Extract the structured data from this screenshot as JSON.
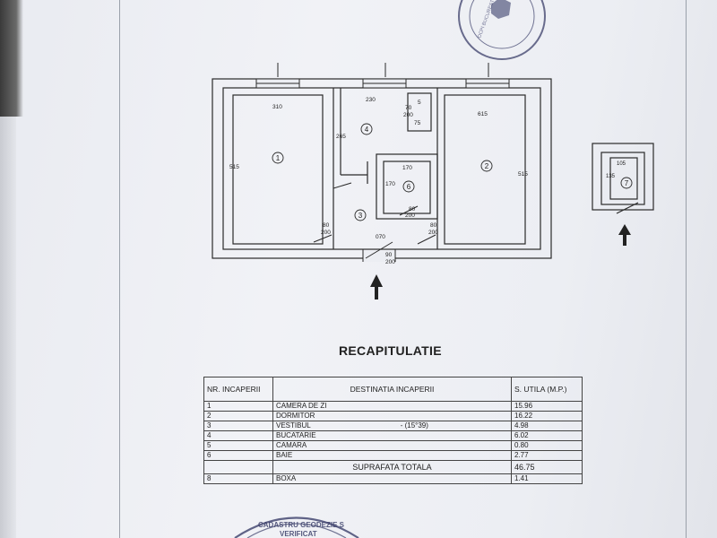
{
  "plan": {
    "dimensions": {
      "top_left": "310",
      "top_mid": "230",
      "top_right": "615",
      "left_height": "515",
      "right_height": "515",
      "room4_side": "265",
      "room6_width": "170",
      "room6_height": "170",
      "wc_1": "5",
      "wc_2": "75",
      "door_1": "80",
      "door_1b": "200",
      "door_2": "80",
      "door_2b": "200",
      "door_3": "80",
      "door_3b": "200",
      "door_4": "70",
      "door_4b": "200",
      "entry_1": "90",
      "entry_2": "200",
      "bottom_mid": "070",
      "box_width": "105",
      "box_height": "135"
    },
    "room_numbers": [
      "1",
      "2",
      "3",
      "4",
      "6",
      "7"
    ]
  },
  "recap": {
    "title": "RECAPITULATIE",
    "headers": [
      "NR. INCAPERII",
      "DESTINATIA INCAPERII",
      "S. UTILA  (M.P.)"
    ],
    "rows": [
      {
        "nr": "1",
        "dest": "CAMERA DE ZI",
        "note": "",
        "area": "15.96"
      },
      {
        "nr": "2",
        "dest": "DORMITOR",
        "note": "",
        "area": "16.22"
      },
      {
        "nr": "3",
        "dest": "VESTIBUL",
        "note": "- (15°39)",
        "area": "4.98"
      },
      {
        "nr": "4",
        "dest": "BUCATARIE",
        "note": "",
        "area": "6.02"
      },
      {
        "nr": "5",
        "dest": "CAMARA",
        "note": "",
        "area": "0.80"
      },
      {
        "nr": "6",
        "dest": "BAIE",
        "note": "",
        "area": "2.77"
      }
    ],
    "total_label": "SUPRAFATA TOTALA",
    "total_value": "46.75",
    "extra_row": {
      "nr": "8",
      "dest": "BOXA",
      "area": "1.41"
    }
  },
  "stamps": {
    "bottom": "CADASTRU GEODEZIE S",
    "bottom_line2": "VERIFICAT",
    "top": "OCPI BUCURESTI"
  },
  "colors": {
    "ink": "#2a2a2a",
    "paper": "#eceef3",
    "stamp": "#3b3f6a"
  }
}
